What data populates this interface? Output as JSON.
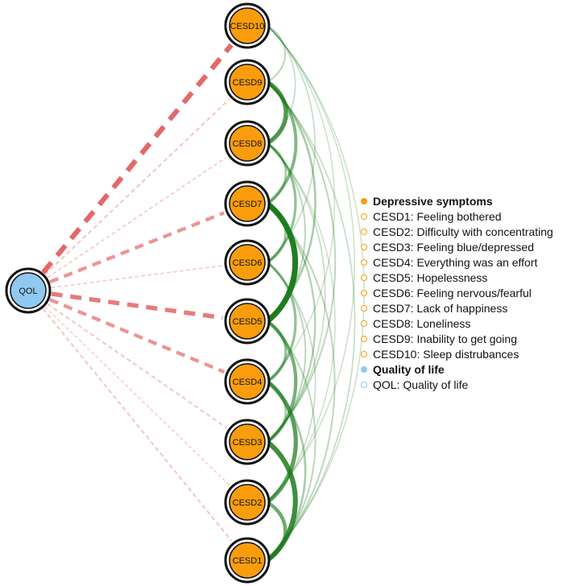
{
  "colors": {
    "symptom_fill": "#f99d0c",
    "qol_fill": "#8fc9ef",
    "positive_edge": "#1a7a1a",
    "negative_edge": "#e05050",
    "node_border": "#111111"
  },
  "nodes": [
    {
      "id": "CESD10",
      "label": "CESD10",
      "group": "symptom"
    },
    {
      "id": "CESD9",
      "label": "CESD9",
      "group": "symptom"
    },
    {
      "id": "CESD8",
      "label": "CESD8",
      "group": "symptom"
    },
    {
      "id": "CESD7",
      "label": "CESD7",
      "group": "symptom"
    },
    {
      "id": "CESD6",
      "label": "CESD6",
      "group": "symptom"
    },
    {
      "id": "CESD5",
      "label": "CESD5",
      "group": "symptom"
    },
    {
      "id": "CESD4",
      "label": "CESD4",
      "group": "symptom"
    },
    {
      "id": "CESD3",
      "label": "CESD3",
      "group": "symptom"
    },
    {
      "id": "CESD2",
      "label": "CESD2",
      "group": "symptom"
    },
    {
      "id": "CESD1",
      "label": "CESD1",
      "group": "symptom"
    },
    {
      "id": "QOL",
      "label": "QOL",
      "group": "qol"
    }
  ],
  "edges": [
    {
      "from": "QOL",
      "to": "CESD10",
      "sign": "negative",
      "weight": 0.95
    },
    {
      "from": "QOL",
      "to": "CESD9",
      "sign": "negative",
      "weight": 0.2
    },
    {
      "from": "QOL",
      "to": "CESD8",
      "sign": "negative",
      "weight": 0.15
    },
    {
      "from": "QOL",
      "to": "CESD7",
      "sign": "negative",
      "weight": 0.6
    },
    {
      "from": "QOL",
      "to": "CESD6",
      "sign": "negative",
      "weight": 0.15
    },
    {
      "from": "QOL",
      "to": "CESD5",
      "sign": "negative",
      "weight": 0.8
    },
    {
      "from": "QOL",
      "to": "CESD4",
      "sign": "negative",
      "weight": 0.6
    },
    {
      "from": "QOL",
      "to": "CESD3",
      "sign": "negative",
      "weight": 0.2
    },
    {
      "from": "QOL",
      "to": "CESD2",
      "sign": "negative",
      "weight": 0.12
    },
    {
      "from": "QOL",
      "to": "CESD1",
      "sign": "negative",
      "weight": 0.2
    },
    {
      "from": "CESD7",
      "to": "CESD5",
      "sign": "positive",
      "weight": 1.0
    },
    {
      "from": "CESD9",
      "to": "CESD8",
      "sign": "positive",
      "weight": 0.75
    },
    {
      "from": "CESD3",
      "to": "CESD1",
      "sign": "positive",
      "weight": 0.85
    },
    {
      "from": "CESD2",
      "to": "CESD1",
      "sign": "positive",
      "weight": 0.6
    },
    {
      "from": "CESD4",
      "to": "CESD2",
      "sign": "positive",
      "weight": 0.7
    },
    {
      "from": "CESD5",
      "to": "CESD3",
      "sign": "positive",
      "weight": 0.55
    },
    {
      "from": "CESD9",
      "to": "CESD7",
      "sign": "positive",
      "weight": 0.5
    },
    {
      "from": "CESD8",
      "to": "CESD6",
      "sign": "positive",
      "weight": 0.4
    },
    {
      "from": "CESD6",
      "to": "CESD4",
      "sign": "positive",
      "weight": 0.4
    },
    {
      "from": "CESD7",
      "to": "CESD6",
      "sign": "positive",
      "weight": 0.35
    },
    {
      "from": "CESD5",
      "to": "CESD4",
      "sign": "positive",
      "weight": 0.4
    },
    {
      "from": "CESD4",
      "to": "CESD3",
      "sign": "positive",
      "weight": 0.3
    },
    {
      "from": "CESD8",
      "to": "CESD7",
      "sign": "positive",
      "weight": 0.3
    },
    {
      "from": "CESD9",
      "to": "CESD5",
      "sign": "positive",
      "weight": 0.3
    },
    {
      "from": "CESD10",
      "to": "CESD9",
      "sign": "positive",
      "weight": 0.2
    },
    {
      "from": "CESD10",
      "to": "CESD8",
      "sign": "positive",
      "weight": 0.15
    },
    {
      "from": "CESD10",
      "to": "CESD6",
      "sign": "positive",
      "weight": 0.15
    },
    {
      "from": "CESD10",
      "to": "CESD4",
      "sign": "positive",
      "weight": 0.12
    },
    {
      "from": "CESD10",
      "to": "CESD2",
      "sign": "positive",
      "weight": 0.12
    },
    {
      "from": "CESD10",
      "to": "CESD1",
      "sign": "positive",
      "weight": 0.12
    },
    {
      "from": "CESD9",
      "to": "CESD3",
      "sign": "positive",
      "weight": 0.2
    },
    {
      "from": "CESD9",
      "to": "CESD1",
      "sign": "positive",
      "weight": 0.15
    },
    {
      "from": "CESD8",
      "to": "CESD5",
      "sign": "positive",
      "weight": 0.2
    },
    {
      "from": "CESD8",
      "to": "CESD3",
      "sign": "positive",
      "weight": 0.15
    },
    {
      "from": "CESD8",
      "to": "CESD2",
      "sign": "positive",
      "weight": 0.12
    },
    {
      "from": "CESD7",
      "to": "CESD3",
      "sign": "positive",
      "weight": 0.25
    },
    {
      "from": "CESD7",
      "to": "CESD1",
      "sign": "positive",
      "weight": 0.2
    },
    {
      "from": "CESD6",
      "to": "CESD3",
      "sign": "positive",
      "weight": 0.2
    },
    {
      "from": "CESD6",
      "to": "CESD2",
      "sign": "positive",
      "weight": 0.15
    },
    {
      "from": "CESD5",
      "to": "CESD1",
      "sign": "positive",
      "weight": 0.2
    },
    {
      "from": "CESD4",
      "to": "CESD1",
      "sign": "positive",
      "weight": 0.3
    }
  ],
  "legend": {
    "items": [
      {
        "kind": "header",
        "text": "Depressive symptoms",
        "group": "symptom"
      },
      {
        "kind": "item",
        "text": "CESD1: Feeling bothered",
        "group": "symptom"
      },
      {
        "kind": "item",
        "text": "CESD2: Difficulty with concentrating",
        "group": "symptom"
      },
      {
        "kind": "item",
        "text": "CESD3: Feeling blue/depressed",
        "group": "symptom"
      },
      {
        "kind": "item",
        "text": "CESD4: Everything was an effort",
        "group": "symptom"
      },
      {
        "kind": "item",
        "text": "CESD5: Hopelessness",
        "group": "symptom"
      },
      {
        "kind": "item",
        "text": "CESD6: Feeling nervous/fearful",
        "group": "symptom"
      },
      {
        "kind": "item",
        "text": "CESD7: Lack of happiness",
        "group": "symptom"
      },
      {
        "kind": "item",
        "text": "CESD8: Loneliness",
        "group": "symptom"
      },
      {
        "kind": "item",
        "text": "CESD9: Inability to get going",
        "group": "symptom"
      },
      {
        "kind": "item",
        "text": "CESD10: Sleep distrubances",
        "group": "symptom"
      },
      {
        "kind": "header",
        "text": "Quality of life",
        "group": "qol"
      },
      {
        "kind": "item",
        "text": "QOL: Quality of life",
        "group": "qol"
      }
    ]
  }
}
